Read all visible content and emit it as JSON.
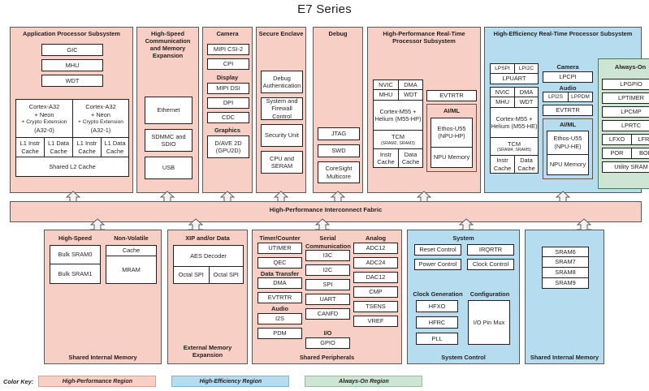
{
  "title": "E7 Series",
  "colors": {
    "high_performance": "#f8cfc4",
    "high_efficiency": "#b6dcef",
    "always_on": "#cfe5d4",
    "outline": "#58595b",
    "box_outline": "#231f20"
  },
  "app_proc": {
    "title": "Application Processor Subsystem",
    "top_boxes": [
      "GIC",
      "MHU",
      "WDT"
    ],
    "cores": [
      {
        "lines": [
          "Cortex-A32",
          "+ Neon",
          "+ Crypto Extension",
          "(A32-0)"
        ],
        "caches": [
          "L1 Instr Cache",
          "L1 Data Cache"
        ]
      },
      {
        "lines": [
          "Cortex-A32",
          "+ Neon",
          "+ Crypto Extension",
          "(A32-1)"
        ],
        "caches": [
          "L1 Instr Cache",
          "L1 Data Cache"
        ]
      }
    ],
    "shared": "Shared L2 Cache"
  },
  "hs_comm": {
    "title": "High-Speed Communication and Memory Expansion",
    "boxes": [
      "Ethernet",
      "SDMMC and SDIO",
      "USB"
    ]
  },
  "camera_col": {
    "title": "Camera",
    "boxes": [
      "MIPI CSI-2",
      "CPI"
    ],
    "display_label": "Display",
    "display_boxes": [
      "MIPI DSI",
      "DPI",
      "CDC"
    ],
    "graphics_label": "Graphics",
    "graphics_box": "D/AVE 2D (GPU2D)"
  },
  "secure_enclave": {
    "title": "Secure Enclave",
    "boxes": [
      "Debug Authentication",
      "System and Firewall Control",
      "Security Unit",
      "CPU and SERAM"
    ]
  },
  "debug": {
    "title": "Debug",
    "boxes": [
      "JTAG",
      "SWD",
      "CoreSight Multicore"
    ]
  },
  "hp_rt": {
    "title": "High-Performance Real-Time Processor Subsystem",
    "pairs": [
      [
        "NVIC",
        "DMA"
      ],
      [
        "MHU",
        "WDT"
      ]
    ],
    "cpu": "Cortex-M55 + Helium (M55-HP)",
    "tcm_label": "TCM",
    "tcm_sub": "(SRAM2, SRAM3)",
    "caches": [
      "Instr Cache",
      "Data Cache"
    ],
    "evtrtr": "EVTRTR",
    "aiml_label": "AI/ML",
    "npu": "Ethos-U55 (NPU-HP)",
    "npu_mem": "NPU Memory"
  },
  "he_rt": {
    "title": "High-Efficiency Real-Time Processor Subsystem",
    "lp_pairs": [
      [
        "LPSPI",
        "LPI2C"
      ]
    ],
    "lpuart": "LPUART",
    "pairs": [
      [
        "NVIC",
        "DMA"
      ],
      [
        "MHU",
        "WDT"
      ]
    ],
    "cpu": "Cortex-M55 + Helium (M55-HE)",
    "tcm_label": "TCM",
    "tcm_sub": "(SRAM4, SRAM5)",
    "caches": [
      "Instr Cache",
      "Data Cache"
    ],
    "camera_label": "Camera",
    "camera_box": "LPCPI",
    "audio_label": "Audio",
    "audio_pair": [
      "LPI2S",
      "LPPDM"
    ],
    "evtrtr": "EVTRTR",
    "aiml_label": "AI/ML",
    "npu": "Ethos-U55 (NPU-HE)",
    "npu_mem": "NPU Memory",
    "always_on": {
      "title": "Always-On",
      "boxes": [
        "LPGPIO",
        "LPTIMER",
        "LPCMP",
        "LPRTC"
      ],
      "pairs": [
        [
          "LFXO",
          "LFRC"
        ],
        [
          "POR",
          "BOD"
        ]
      ],
      "last": "Utility SRAM"
    }
  },
  "fabric": {
    "label": "High-Performance Interconnect Fabric"
  },
  "shared_mem_left": {
    "footer": "Shared Internal Memory",
    "groups": [
      {
        "label": "High-Speed",
        "boxes": [
          "Bulk SRAM0",
          "Bulk SRAM1"
        ]
      },
      {
        "label": "Non-Volatile",
        "boxes": [
          "Cache",
          "MRAM"
        ]
      }
    ]
  },
  "ext_mem": {
    "title": "XIP and/or Data",
    "aes": "AES Decoder",
    "octal": [
      "Octal SPI",
      "Octal SPI"
    ],
    "footer": "External Memory Expansion"
  },
  "shared_periph": {
    "footer": "Shared Peripherals",
    "col1": [
      {
        "label": "Timer/Counter",
        "boxes": [
          "UTIMER",
          "QEC"
        ]
      },
      {
        "label": "Data Transfer",
        "boxes": [
          "DMA",
          "EVTRTR"
        ]
      },
      {
        "label": "Audio",
        "boxes": [
          "I2S",
          "PDM"
        ]
      }
    ],
    "col2": [
      {
        "label": "Serial Communication",
        "boxes": [
          "I3C",
          "I2C",
          "SPI",
          "UART",
          "CANFD"
        ]
      },
      {
        "label": "I/O",
        "boxes": [
          "GPIO"
        ]
      }
    ],
    "col3": [
      {
        "label": "Analog",
        "boxes": [
          "ADC12",
          "ADC24",
          "DAC12",
          "CMP",
          "TSENS",
          "VREF"
        ]
      }
    ]
  },
  "system_control": {
    "footer": "System Control",
    "system_label": "System",
    "system_pairs": [
      [
        "Reset Control",
        "IRQRTR"
      ],
      [
        "Power Control",
        "Clock Control"
      ]
    ],
    "clockgen_label": "Clock Generation",
    "clockgen_boxes": [
      "HFXO",
      "HFRC",
      "PLL"
    ],
    "config_label": "Configuration",
    "config_box": "I/O Pin Mux"
  },
  "shared_mem_right": {
    "footer": "Shared Internal Memory",
    "boxes": [
      "SRAM6",
      "SRAM7",
      "SRAM8",
      "SRAM9"
    ]
  },
  "color_key": {
    "label": "Color Key:",
    "items": [
      "High-Performance Region",
      "High-Efficiency Region",
      "Always-On Region"
    ]
  }
}
